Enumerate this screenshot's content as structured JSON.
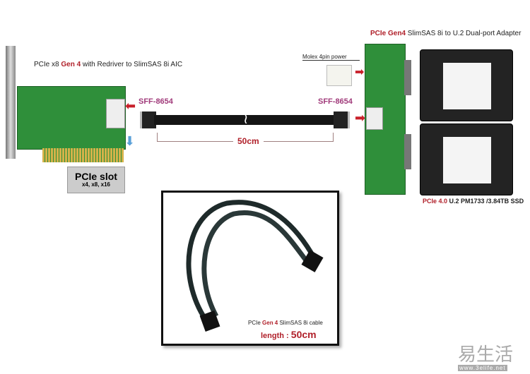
{
  "left_card": {
    "prefix": "PCIe x8 ",
    "gen": "Gen 4",
    "suffix": " with Redriver to SlimSAS 8i AIC"
  },
  "slot": {
    "title": "PCIe slot",
    "sizes": "x4, x8, x16"
  },
  "cable": {
    "left_connector": "SFF-8654",
    "right_connector": "SFF-8654",
    "length": "50cm"
  },
  "adapter": {
    "gen": "PCIe Gen4",
    "suffix": " SlimSAS 8i to U.2 Dual-port Adapter",
    "power_label": "Molex 4pin power"
  },
  "ssd": {
    "gen": "PCIe 4.0",
    "suffix": " U.2 PM1733 /3.84TB SSD"
  },
  "inset": {
    "prefix": "PCIe ",
    "gen": "Gen 4",
    "suffix": " SlimSAS 8i cable",
    "length_label": "length : ",
    "length_value": "50cm"
  },
  "watermark": {
    "logo": "易生活",
    "url": "www.3elife.net"
  },
  "colors": {
    "accent_red": "#b0202a",
    "connector_purple": "#a03a7a",
    "pcb_green": "#2f8f3a"
  }
}
